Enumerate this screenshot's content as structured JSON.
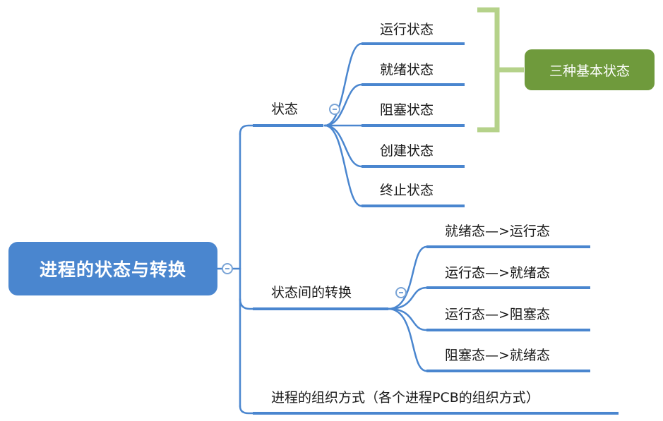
{
  "root": {
    "label": "进程的状态与转换"
  },
  "branches": {
    "state": {
      "label": "状态",
      "children": [
        "运行状态",
        "就绪状态",
        "阻塞状态",
        "创建状态",
        "终止状态"
      ]
    },
    "transition": {
      "label": "状态间的转换",
      "children": [
        "就绪态—>运行态",
        "运行态—>就绪态",
        "运行态—>阻塞态",
        "阻塞态—>就绪态"
      ]
    },
    "organization": {
      "label": "进程的组织方式（各个进程PCB的组织方式）"
    }
  },
  "summary": {
    "label": "三种基本状态"
  },
  "colors": {
    "root": "#4a86cf",
    "line": "#4a86cf",
    "bracket": "#b5d28a",
    "summary": "#6f9a3c",
    "collapse": "#7aa4d6"
  }
}
